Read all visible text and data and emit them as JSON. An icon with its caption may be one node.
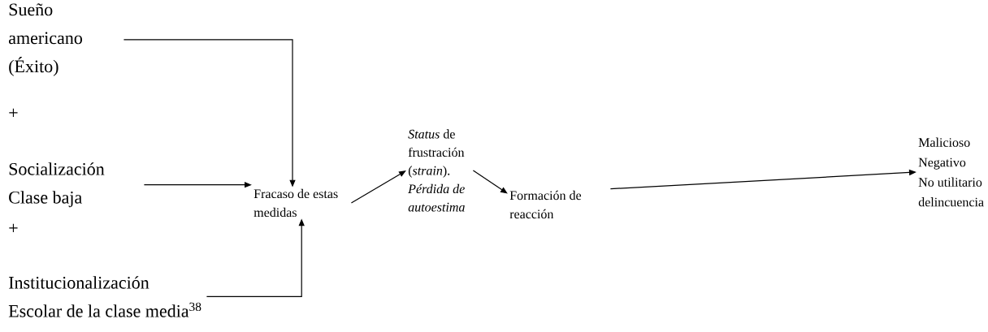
{
  "diagram": {
    "nodes": [
      {
        "text": [
          "Sueño americano (Éxito)"
        ]
      },
      {
        "text": [
          "Socialización Clase baja"
        ]
      },
      {
        "text": [
          "Institucionalización Escolar de la clase media$^{38}$"
        ]
      },
      {
        "text": [
          "Fracaso de estas medidas"
        ]
      },
      {
        "text": [
          "*Status* de frustración (*strain*). *Pérdida de autoestima*"
        ]
      },
      {
        "text": [
          "Formación de reacción"
        ]
      },
      {
        "text": [
          "Malicioso Negativo No utilitario delincuencia"
        ]
      }
    ],
    "edges": [
      {
        "from": 0,
        "to": 3,
        "arrow": "to"
      },
      {
        "from": 1,
        "to": 3,
        "arrow": "to"
      },
      {
        "from": 2,
        "to": 3,
        "arrow": "to"
      },
      {
        "from": 3,
        "to": 4,
        "arrow": "to"
      },
      {
        "from": 4,
        "to": 5,
        "arrow": "to"
      },
      {
        "from": 5,
        "to": 6,
        "arrow": "to"
      }
    ],
    "labels": [
      "+",
      "+"
    ]
  }
}
